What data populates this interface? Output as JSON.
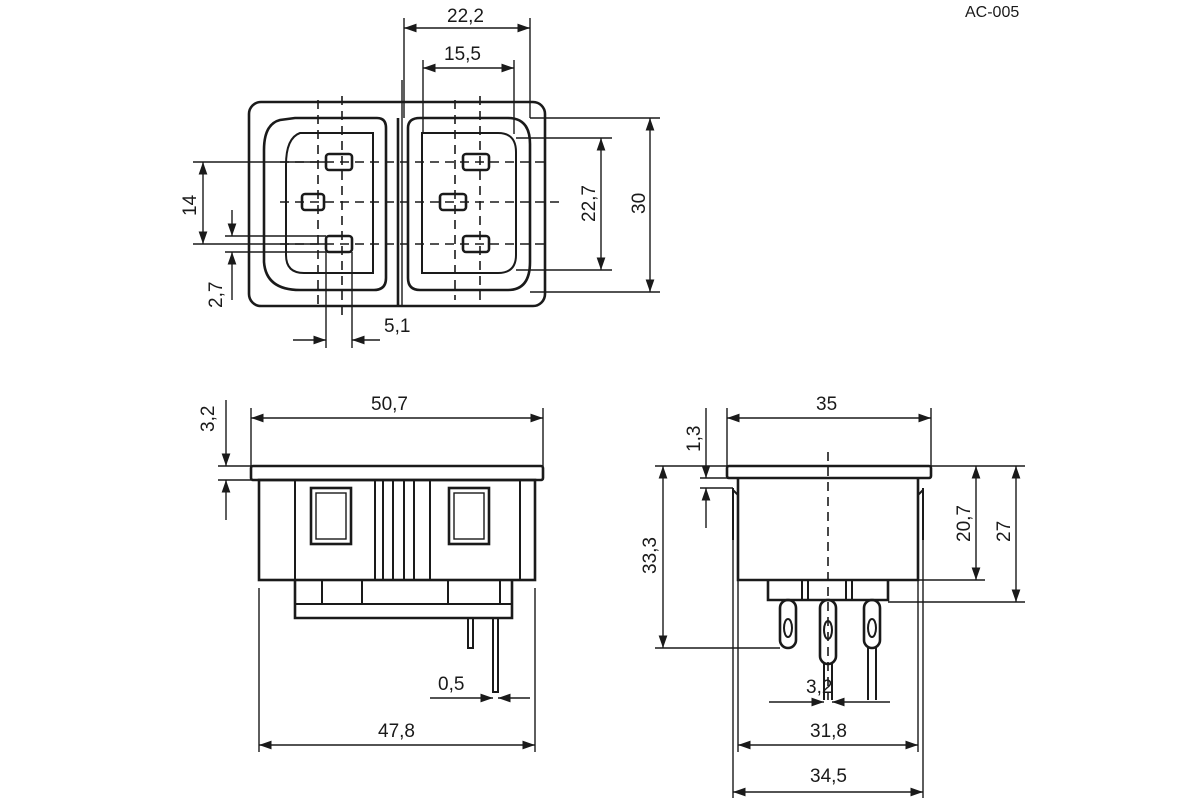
{
  "model_code": "AC-005",
  "top_view": {
    "dim_width_outer": "22,2",
    "dim_width_inner": "15,5",
    "dim_height_inner": "22,7",
    "dim_height_outer": "30",
    "dim_pin_span": "14",
    "dim_pin_offset": "2,7",
    "dim_pin_width": "5,1"
  },
  "front_view": {
    "dim_flange_width": "50,7",
    "dim_flange_thickness": "3,2",
    "dim_body_width": "47,8",
    "dim_pin_thickness": "0,5"
  },
  "side_view": {
    "dim_flange_width": "35",
    "dim_flange_thickness": "1,3",
    "dim_total_height": "33,3",
    "dim_body_height": "20,7",
    "dim_height_27": "27",
    "dim_pin_pitch": "3,2",
    "dim_body_width": "31,8",
    "dim_overall_width": "34,5"
  }
}
